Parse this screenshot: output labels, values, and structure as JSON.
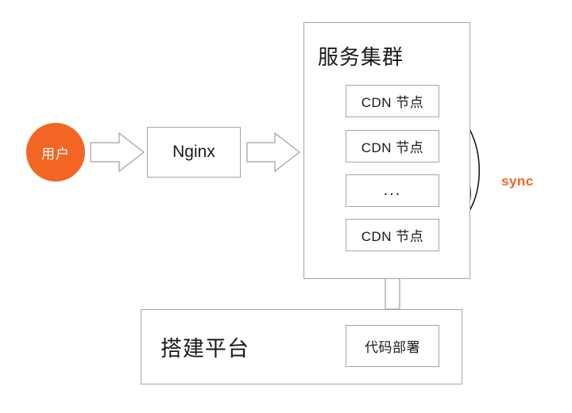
{
  "diagram": {
    "title": "CDN cluster deployment architecture",
    "colors": {
      "accent": "#f26522",
      "box_border": "#a6a6a6",
      "arrow_stroke": "#9e9e9e",
      "curve_stroke": "#1a1a1a",
      "text": "#1a1a1a",
      "background": "#ffffff"
    },
    "nodes": {
      "user": {
        "label": "用户",
        "shape": "circle",
        "fill": "#f26522",
        "text_color": "#ffffff"
      },
      "nginx": {
        "label": "Nginx",
        "shape": "rect"
      },
      "cluster": {
        "label": "服务集群",
        "shape": "rect-container"
      },
      "cdn_nodes": [
        {
          "label": "CDN 节点"
        },
        {
          "label": "CDN 节点"
        },
        {
          "label": "..."
        },
        {
          "label": "CDN 节点"
        }
      ],
      "platform": {
        "label": "搭建平台",
        "shape": "rect-container"
      },
      "deploy": {
        "label": "代码部署",
        "shape": "rect"
      }
    },
    "edges": {
      "user_to_nginx": {
        "style": "block-arrow",
        "direction": "right"
      },
      "nginx_to_cluster": {
        "style": "block-arrow",
        "direction": "right"
      },
      "platform_to_cluster": {
        "style": "block-arrow",
        "direction": "up"
      },
      "sync": {
        "label": "sync",
        "style": "curved-arrow",
        "count": 3,
        "color": "#f26522"
      }
    }
  }
}
